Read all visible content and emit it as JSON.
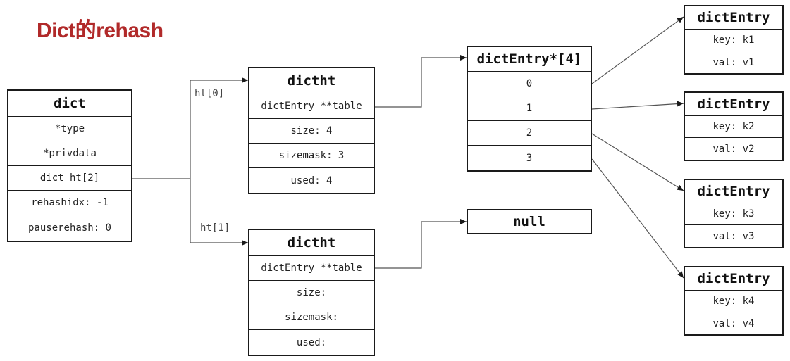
{
  "title": "Dict的rehash",
  "dict": {
    "header": "dict",
    "fields": [
      "*type",
      "*privdata",
      "dict ht[2]",
      "rehashidx: -1",
      "pauserehash: 0"
    ]
  },
  "ht_labels": [
    "ht[0]",
    "ht[1]"
  ],
  "ht0": {
    "header": "dictht",
    "fields": [
      "dictEntry **table",
      "size: 4",
      "sizemask: 3",
      "used: 4"
    ]
  },
  "ht1": {
    "header": "dictht",
    "fields": [
      "dictEntry **table",
      "size:",
      "sizemask:",
      "used:"
    ]
  },
  "array": {
    "header": "dictEntry*[4]",
    "slots": [
      "0",
      "1",
      "2",
      "3"
    ]
  },
  "null_label": "null",
  "entries": [
    {
      "header": "dictEntry",
      "key": "key: k1",
      "val": "val: v1"
    },
    {
      "header": "dictEntry",
      "key": "key: k2",
      "val": "val: v2"
    },
    {
      "header": "dictEntry",
      "key": "key: k3",
      "val": "val: v3"
    },
    {
      "header": "dictEntry",
      "key": "key: k4",
      "val": "val: v4"
    }
  ]
}
